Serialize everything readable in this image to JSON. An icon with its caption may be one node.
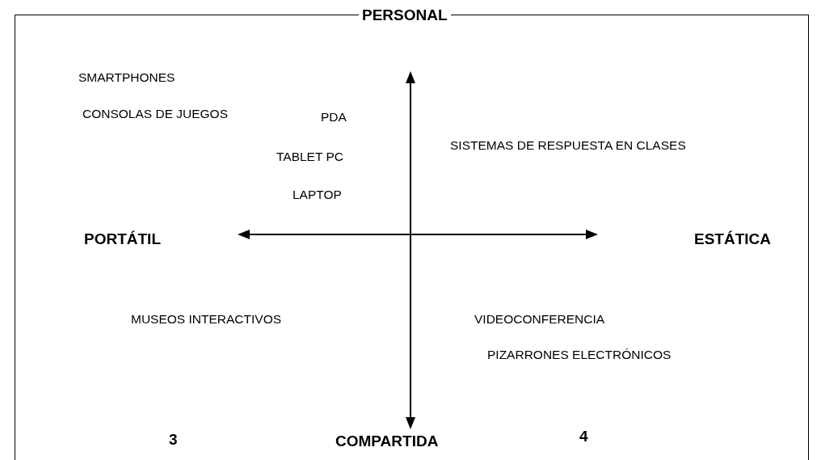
{
  "diagram": {
    "labels": [
      "PERSONAL",
      "SMARTPHONES",
      "CONSOLAS DE JUEGOS",
      "PDA",
      "TABLET PC",
      "SISTEMAS DE RESPUESTA EN CLASES",
      "LAPTOP",
      "PORTÁTIL",
      "ESTÁTICA",
      "MUSEOS INTERACTIVOS",
      "VIDEOCONFERENCIA",
      "PIZARRONES ELECTRÓNICOS",
      "3",
      "COMPARTIDA",
      "4"
    ]
  }
}
